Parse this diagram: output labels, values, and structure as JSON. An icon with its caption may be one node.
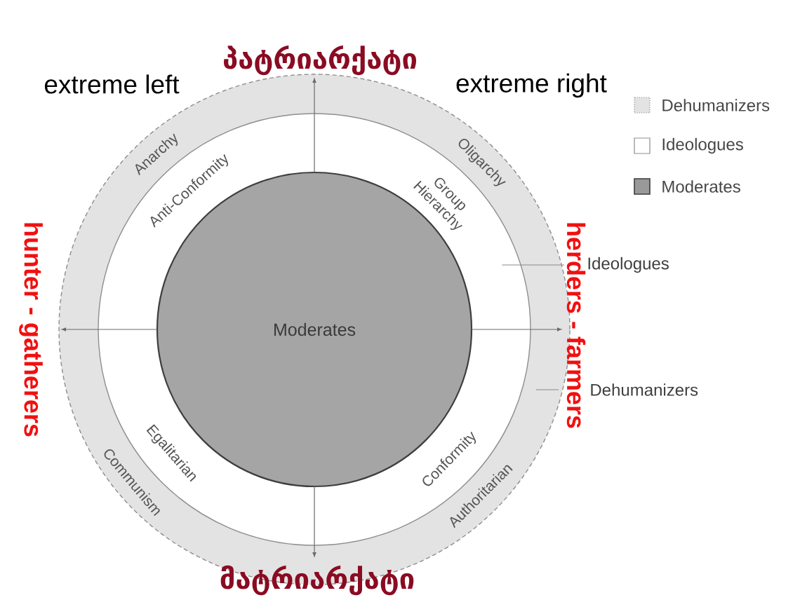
{
  "diagram": {
    "nodes": [
      {
        "text": [
          "Anarchy",
          "Oligarchy",
          "Communism",
          "Authoritarian"
        ]
      },
      {
        "text": [
          "Anti-Conformity",
          "Group Hierarchy",
          "Egalitarian",
          "Conformity"
        ],
        "in": 0
      },
      {
        "text": [
          "Moderates"
        ],
        "in": 1
      },
      {
        "text": [
          "Ideologues"
        ]
      },
      {
        "text": [
          "Dehumanizers"
        ]
      }
    ],
    "edges": [
      {
        "from": 3,
        "to": 1,
        "arrow": "none"
      },
      {
        "from": 4,
        "to": 0,
        "arrow": "none"
      }
    ],
    "labels": [
      "პატრიარქატი",
      "extreme left",
      "extreme right",
      "hunter - gatherers",
      "herders - farmers",
      "მატრიარქატი"
    ],
    "legend": [
      {
        "text": "Dehumanizers",
        "color": "#e3e3e3"
      },
      {
        "text": "Ideologues"
      },
      {
        "text": "Moderates",
        "color": "#999999"
      }
    ]
  }
}
